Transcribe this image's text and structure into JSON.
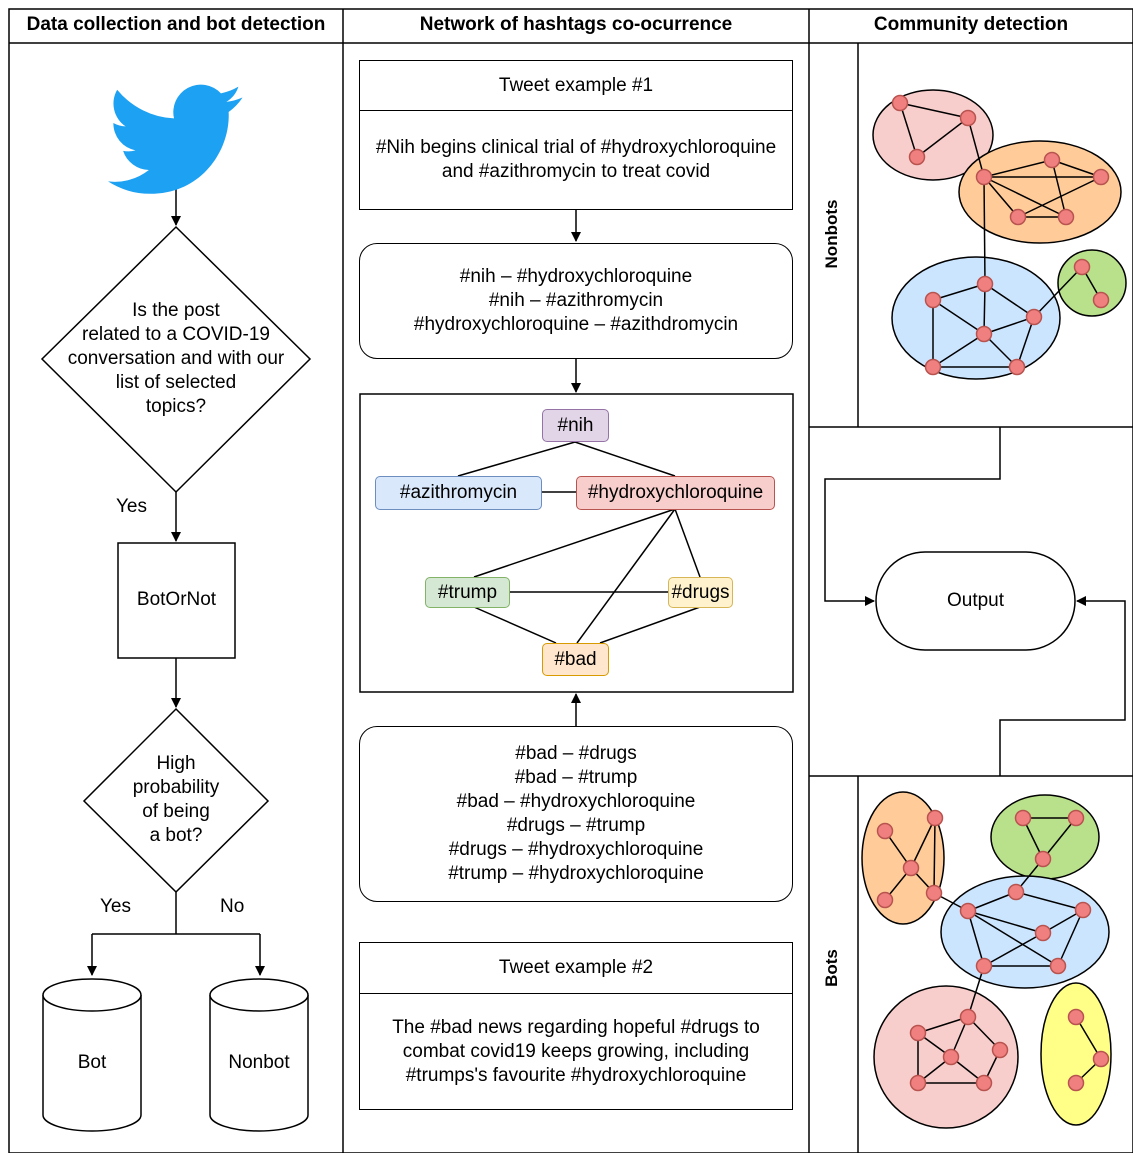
{
  "headers": {
    "col1": "Data collection and bot detection",
    "col2": "Network of hashtags co-ocurrence",
    "col3": "Community detection"
  },
  "flow": {
    "decision1": [
      "Is the post",
      "related to a COVID-19",
      "conversation and with our",
      "list of selected",
      "topics?"
    ],
    "yes1": "Yes",
    "process": "BotOrNot",
    "decision2": [
      "High",
      "probability",
      "of being",
      "a bot?"
    ],
    "yes2": "Yes",
    "no2": "No",
    "db_bot": "Bot",
    "db_nonbot": "Nonbot"
  },
  "network": {
    "tweet1_title": "Tweet example #1",
    "tweet1_text": [
      "#Nih begins clinical trial of #hydroxychloroquine",
      "and #azithromycin to treat covid"
    ],
    "pairs1": [
      "#nih – #hydroxychloroquine",
      "#nih – #azithromycin",
      "#hydroxychloroquine – #azithdromycin"
    ],
    "tags": {
      "nih": "#nih",
      "azithromycin": "#azithromycin",
      "hydroxychloroquine": "#hydroxychloroquine",
      "trump": "#trump",
      "drugs": "#drugs",
      "bad": "#bad"
    },
    "pairs2": [
      "#bad – #drugs",
      "#bad – #trump",
      "#bad – #hydroxychloroquine",
      "#drugs – #trump",
      "#drugs –  #hydroxychloroquine",
      "#trump – #hydroxychloroquine"
    ],
    "tweet2_title": "Tweet example #2",
    "tweet2_text": [
      "The #bad news regarding hopeful #drugs to",
      "combat covid19 keeps growing, including",
      "#trumps's favourite #hydroxychloroquine"
    ]
  },
  "community": {
    "nonbots_label": "Nonbots",
    "bots_label": "Bots",
    "output": "Output"
  },
  "colors": {
    "twitter_blue": "#1DA1F2",
    "node_fill": "#f08080",
    "node_stroke": "#b85450",
    "pink": "#f8cecc",
    "orange": "#ffcc99",
    "blue": "#cce5ff",
    "green": "#b9e08a",
    "yellow": "#ffff88",
    "purple": "#e1d5e7",
    "tag_blue": "#dae8fc",
    "tag_red": "#f8cecc",
    "tag_green": "#d5e8d4",
    "tag_orange": "#ffe6cc",
    "tag_yellow": "#fff2cc"
  }
}
